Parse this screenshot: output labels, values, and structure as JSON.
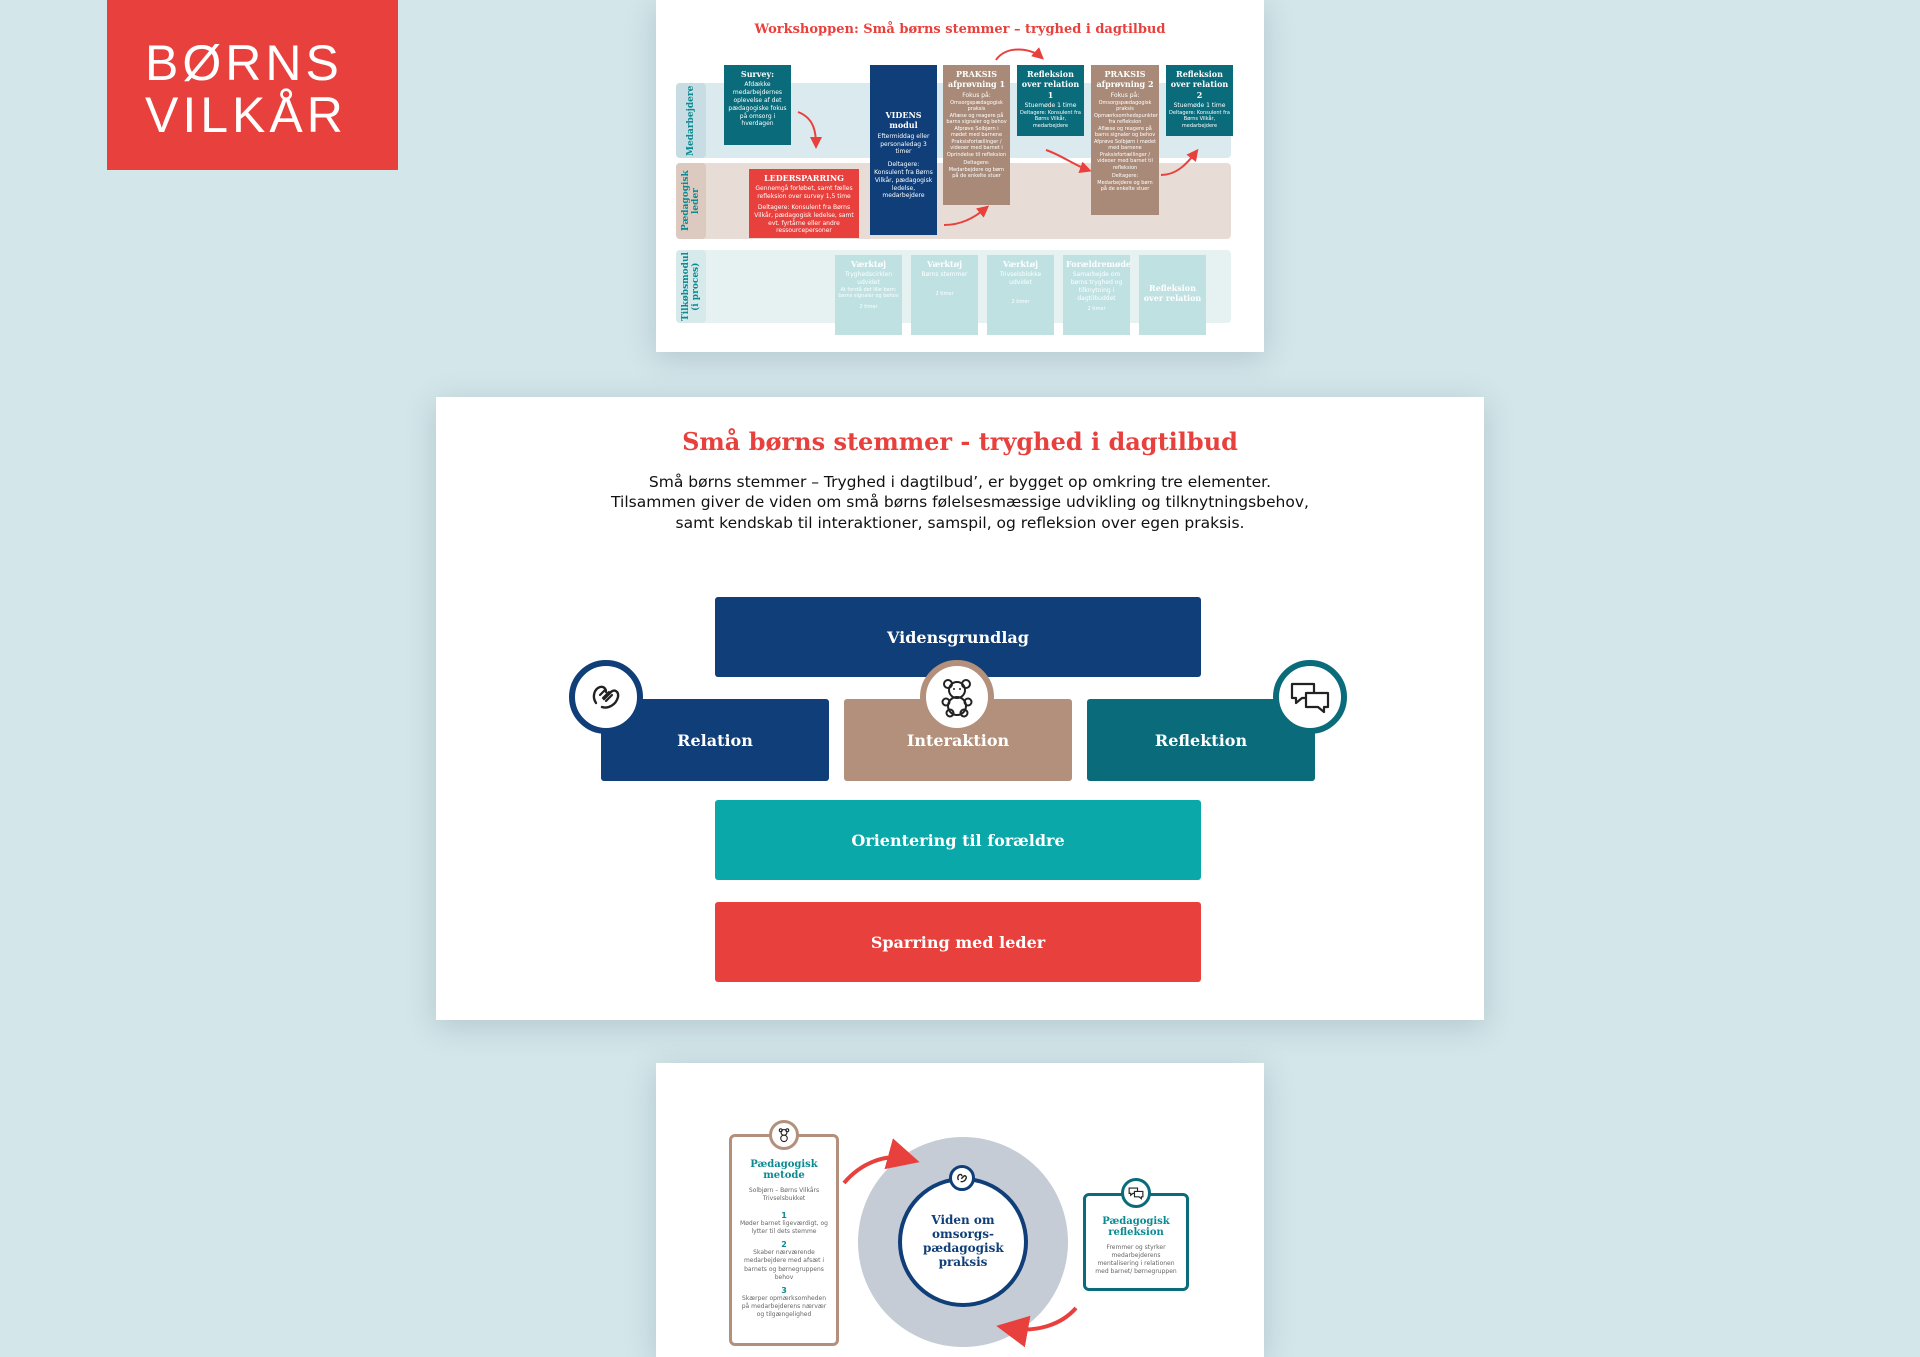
{
  "logo": {
    "line1": "BØRNS",
    "line2": "VILKÅR"
  },
  "workshop": {
    "title": "Workshoppen: Små børns stemmer – tryghed i dagtilbud",
    "lanes": [
      "Medarbejdere",
      "Pædagogisk leder",
      "Tilkøbsmodul (i proces)"
    ],
    "survey": {
      "title": "Survey:",
      "desc": "Afdække medarbejdernes oplevelse af det pædagogiske fokus på omsorg i hverdagen"
    },
    "ledersparring": {
      "title": "LEDERSPARRING",
      "desc": "Gennemgå forløbet, samt fælles refleksion over survey 1,5 time",
      "note": "Deltagere: Konsulent fra Børns Vilkår, pædagogisk ledelse, samt evt. fyrtårne eller andre ressourcepersoner"
    },
    "videns": {
      "title": "VIDENS modul",
      "desc": "Eftermiddag eller personaledag 3 timer",
      "note": "Deltagere: Konsulent fra Børns Vilkår, pædagogisk ledelse, medarbejdere"
    },
    "praksis1": {
      "title": "PRAKSIS afprøvning 1",
      "desc": "Fokus på:",
      "items": [
        "Omsorgspædagogisk praksis",
        "Aflæse og reagere på barns signaler og behov",
        "Afprøve Solbjørn i mødet med barnene",
        "Praksisfortællinger / videoer med barnet i",
        "Oprindelse til refleksion"
      ],
      "note": "Deltagere: Medarbejdere og børn på de enkelte stuer"
    },
    "refleksion1": {
      "title": "Refleksion over relation 1",
      "desc": "Stuemøde 1 time",
      "note": "Deltagere: Konsulent fra Børns Vilkår, medarbejdere"
    },
    "praksis2": {
      "title": "PRAKSIS afprøvning 2",
      "desc": "Fokus på:",
      "items": [
        "Omsorgspædagogisk praksis",
        "Opmærksomhedspunkter fra refleksion",
        "Aflæse og reagere på barns signaler og behov",
        "Afprøve Solbjørn i mødet med barnene",
        "Praksisfortællinger / videoer med barnet til refleksion"
      ],
      "note": "Deltagere: Medarbejdere og børn på de enkelte stuer"
    },
    "refleksion2": {
      "title": "Refleksion over relation 2",
      "desc": "Stuemøde 1 time",
      "note": "Deltagere: Konsulent fra Børns Vilkår, medarbejdere"
    },
    "tools": [
      {
        "title": "Værktøj",
        "desc": "Tryghedscirklen udvidet",
        "extra": "At forstå det lille barn: barns signaler og behov",
        "time": "2 timer"
      },
      {
        "title": "Værktøj",
        "desc": "Børns stemmer",
        "extra": "",
        "time": "2 timer"
      },
      {
        "title": "Værktøj",
        "desc": "Trivselsblokke udvidet",
        "extra": "",
        "time": "2 timer"
      },
      {
        "title": "Forældremøde",
        "desc": "Samarbejde om børns tryghed og tilknytning i dagtilbuddet",
        "extra": "",
        "time": "2 timer"
      },
      {
        "title": "Refleksion over relation",
        "desc": "",
        "extra": "",
        "time": ""
      }
    ]
  },
  "model": {
    "title": "Små børns stemmer - tryghed i dagtilbud",
    "desc_lines": [
      "Små børns stemmer – Tryghed i dagtilbud’, er bygget op omkring tre elementer.",
      "Tilsammen giver de viden om små børns følelsesmæssige udvikling og tilknytningsbehov,",
      "samt kendskab til interaktioner, samspil, og refleksion over egen praksis."
    ],
    "vidensgrundlag": "Vidensgrundlag",
    "relation": "Relation",
    "interaktion": "Interaktion",
    "reflektion": "Reflektion",
    "orientering": "Orientering til forældre",
    "sparring": "Sparring med leder",
    "icons": [
      "hands-icon",
      "teddy-bear-icon",
      "speech-bubbles-icon"
    ],
    "colors": {
      "navy": "#0f3e78",
      "brown": "#b3907b",
      "teal": "#0a6b7b",
      "aqua": "#0aa8a8",
      "red": "#e8413d"
    }
  },
  "cycle": {
    "left": {
      "title": "Pædagogisk metode",
      "sub": "Solbjørn – Børns Vilkårs Trivselsbukket",
      "steps": [
        {
          "n": "1",
          "text": "Møder barnet ligeværdigt, og lytter til dets stemme"
        },
        {
          "n": "2",
          "text": "Skaber nærværende medarbejdere med afsæt i barnets og børnegruppens behov"
        },
        {
          "n": "3",
          "text": "Skærper opmærksomheden på medarbejderens nærvær og tilgængelighed"
        }
      ]
    },
    "center": "Viden om omsorgs-pædagogisk praksis",
    "right": {
      "title": "Pædagogisk refleksion",
      "desc": "Fremmer og styrker medarbejderens mentalisering i relationen med barnet/ børnegruppen"
    }
  }
}
